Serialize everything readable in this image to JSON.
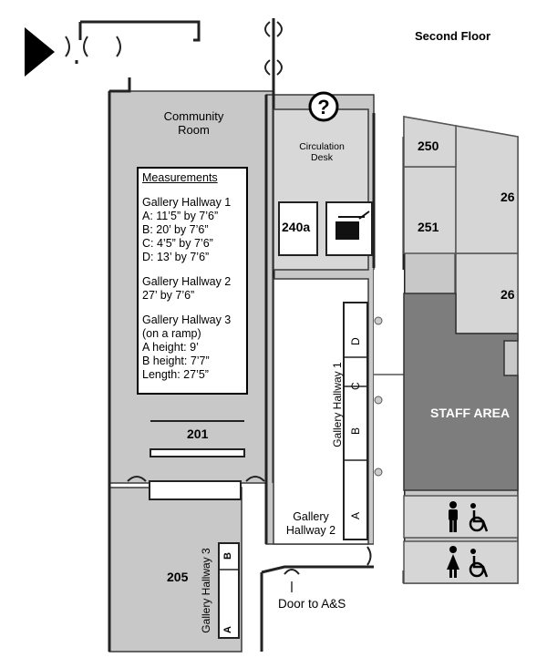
{
  "title": "Second Floor",
  "rooms": {
    "community_room": "Community Room",
    "circulation_desk": "Circulation Desk",
    "r240a": "240a",
    "r250": "250",
    "r251": "251",
    "r26_top": "26",
    "r26_bottom": "26",
    "r201": "201",
    "r205": "205",
    "staff_area": "STAFF AREA",
    "gallery_hallway_2": "Gallery Hallway 2"
  },
  "hallway_labels": {
    "gallery_hallway_1": "Gallery Hallway 1",
    "gallery_hallway_3": "Gallery Hallway 3"
  },
  "section_letters": {
    "h1": [
      "D",
      "C",
      "B",
      "A"
    ],
    "h3": [
      "B",
      "A"
    ]
  },
  "door_label": "Door to A&S",
  "measurements": {
    "title": "Measurements",
    "h1_title": "Gallery Hallway 1",
    "h1_a": "A: 11’5” by 7’6”",
    "h1_b": "B: 20’ by 7’6”",
    "h1_c": "C: 4’5” by 7’6”",
    "h1_d": "D: 13’ by 7’6”",
    "h2_title": "Gallery Hallway 2",
    "h2_size": "27’ by 7’6”",
    "h3_title": "Gallery Hallway 3",
    "h3_note": "(on a ramp)",
    "h3_a": "A height: 9’",
    "h3_b": "B height: 7’7”",
    "h3_length": "Length: 27’5”"
  },
  "icons": {
    "info": "question-mark-icon",
    "copier": "copier-icon",
    "restroom_men": "men-restroom-icon",
    "restroom_women": "women-restroom-icon",
    "accessible": "wheelchair-icon",
    "direction": "direction-arrow-icon"
  },
  "colors": {
    "wall_fill": "#c8c8c8",
    "wall_stroke": "#3a3a3a",
    "staff_area": "#7d7d7d",
    "floor": "#ffffff"
  }
}
